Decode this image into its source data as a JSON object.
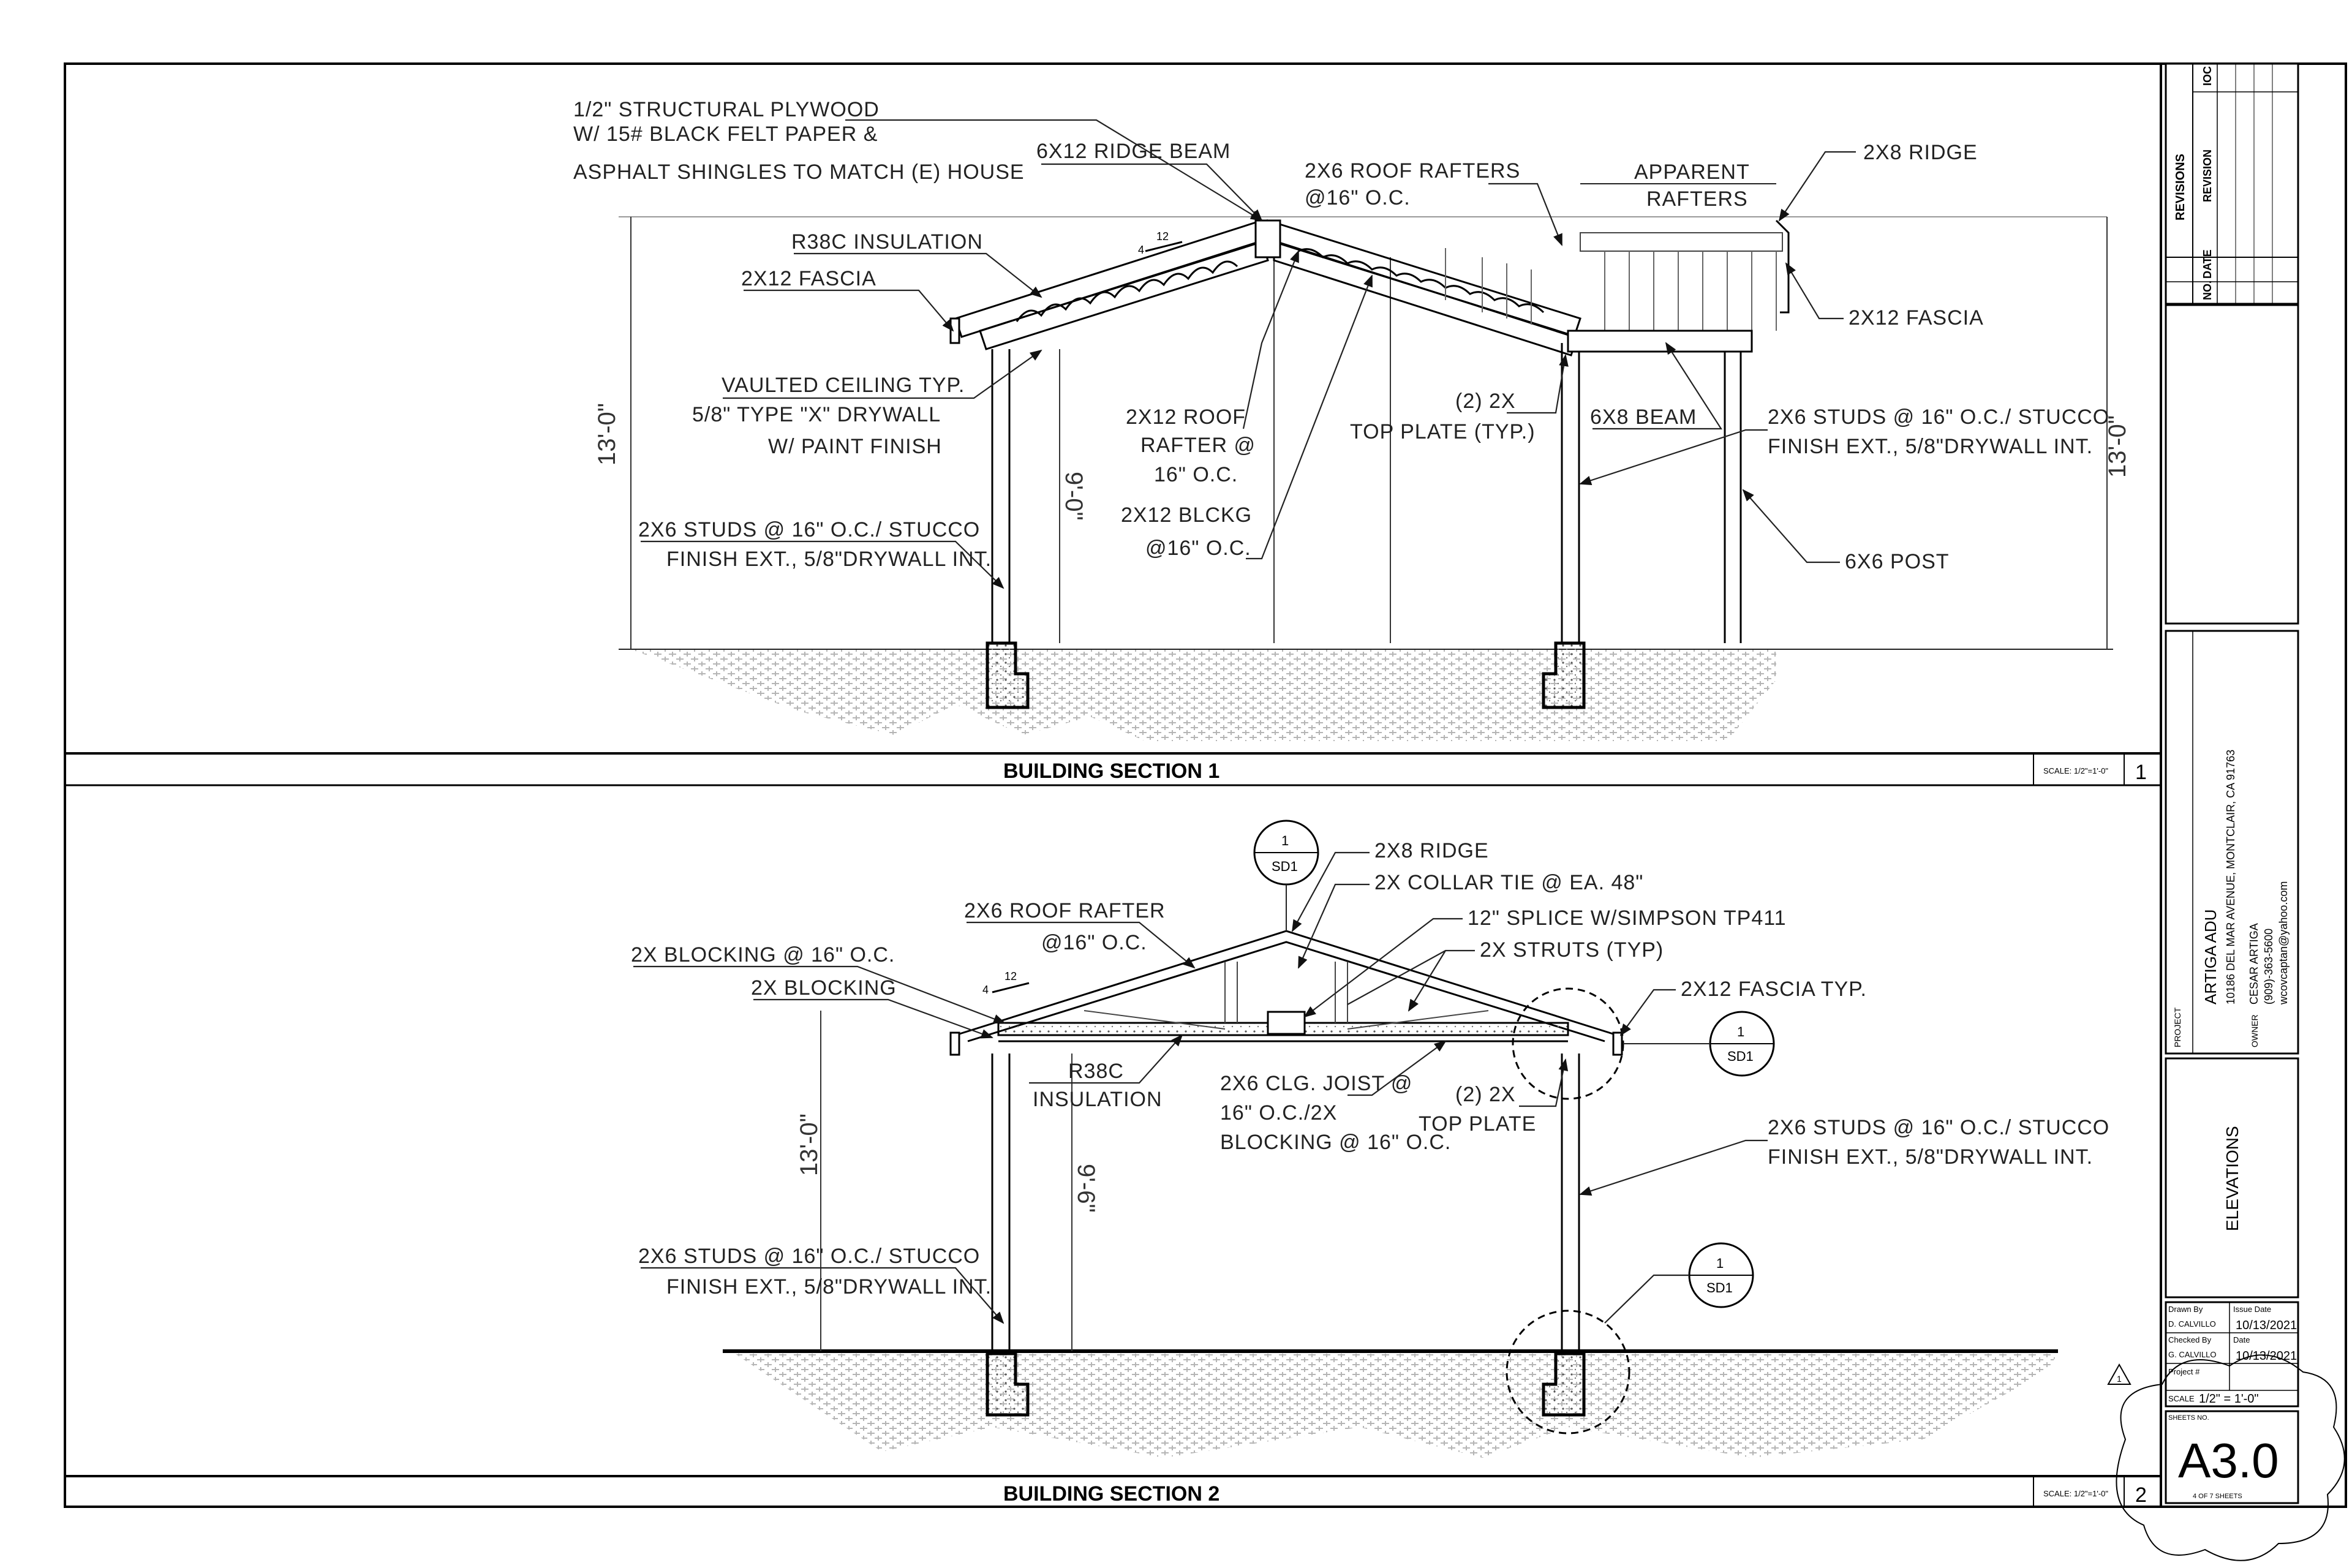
{
  "section1": {
    "title": "BUILDING SECTION 1",
    "scale": "SCALE: 1/2\"=1'-0\"",
    "number": "1",
    "notes": {
      "plywood_1": "1/2\" STRUCTURAL PLYWOOD",
      "plywood_2": "W/ 15# BLACK FELT PAPER &",
      "plywood_3": "ASPHALT SHINGLES TO MATCH (E) HOUSE",
      "ridge_beam": "6X12 RIDGE BEAM",
      "roof_rafters_1": "2X6 ROOF RAFTERS",
      "roof_rafters_2": "@16\" O.C.",
      "apparent_1": "APPARENT",
      "apparent_2": "RAFTERS",
      "ridge": "2X8 RIDGE",
      "insulation": "R38C INSULATION",
      "fascia_left": "2X12 FASCIA",
      "fascia_right": "2X12 FASCIA",
      "vaulted_1": "VAULTED CEILING TYP.",
      "vaulted_2": "5/8\" TYPE \"X\" DRYWALL",
      "vaulted_3": "W/ PAINT FINISH",
      "roof_rafter_1": "2X12 ROOF",
      "roof_rafter_2": "RAFTER @",
      "roof_rafter_3": "16\" O.C.",
      "top_plate_1": "(2) 2X",
      "top_plate_2": "TOP PLATE (TYP.)",
      "beam": "6X8 BEAM",
      "studs_right_1": "2X6 STUDS @ 16\" O.C./ STUCCO",
      "studs_right_2": "FINISH EXT., 5/8\"DRYWALL INT.",
      "blckg_1": "2X12 BLCKG",
      "blckg_2": "@16\" O.C.",
      "studs_left_1": "2X6 STUDS @ 16\" O.C./ STUCCO",
      "studs_left_2": "FINISH EXT., 5/8\"DRYWALL INT.",
      "post": "6X6 POST"
    },
    "dims": {
      "overall_left": "13'-0\"",
      "overall_right": "13'-0\"",
      "plate": "9'-0\""
    },
    "slope": {
      "rise": "4",
      "run": "12"
    }
  },
  "section2": {
    "title": "BUILDING SECTION 2",
    "scale": "SCALE: 1/2\"=1'-0\"",
    "number": "2",
    "notes": {
      "ridge": "2X8 RIDGE",
      "collar": "2X COLLAR TIE @ EA. 48\"",
      "splice": "12\" SPLICE W/SIMPSON TP411",
      "struts": "2X STRUTS (TYP)",
      "roof_rafter_1": "2X6 ROOF RAFTER",
      "roof_rafter_2": "@16\" O.C.",
      "blocking_oc": "2X BLOCKING @ 16\" O.C.",
      "blocking": "2X BLOCKING",
      "fascia": "2X12 FASCIA TYP.",
      "insulation_1": "R38C",
      "insulation_2": "INSULATION",
      "joist_1": "2X6 CLG. JOIST @",
      "joist_2": "16\" O.C./2X",
      "joist_3": "BLOCKING @ 16\" O.C.",
      "top_plate_1": "(2) 2X",
      "top_plate_2": "TOP PLATE",
      "studs_right_1": "2X6 STUDS @ 16\" O.C./ STUCCO",
      "studs_right_2": "FINISH EXT., 5/8\"DRYWALL INT.",
      "studs_left_1": "2X6 STUDS @ 16\" O.C./ STUCCO",
      "studs_left_2": "FINISH EXT., 5/8\"DRYWALL INT."
    },
    "dims": {
      "overall": "13'-0\"",
      "plate": "9'-6\""
    },
    "slope": {
      "rise": "4",
      "run": "12"
    },
    "callout": {
      "number": "1",
      "sheet": "SD1"
    }
  },
  "title_block": {
    "revisions_header": "REVISIONS",
    "col_no": "NO.",
    "col_date": "DATE",
    "col_revision": "REVISION",
    "col_ioc": "IOC",
    "project_label": "PROJECT",
    "project_name": "ARTIGA ADU",
    "project_address": "10186 DEL MAR AVENUE, MONTCLAIR, CA 91763",
    "owner_label": "OWNER",
    "owner_name": "CESAR ARTIGA",
    "owner_phone": "(909)-363-5600",
    "owner_email": "wcovcaptan@yahoo.com",
    "sheet_title": "ELEVATIONS",
    "drawn_by_label": "Drawn By",
    "drawn_by": "D. CALVILLO",
    "issue_date_label": "Issue Date",
    "issue_date": "10/13/2021",
    "checked_by_label": "Checked By",
    "checked_by": "G. CALVILLO",
    "date_label": "Date",
    "date": "10/13/2021",
    "project_no_label": "Project #",
    "scale_label": "SCALE",
    "scale": "1/2\" = 1'-0\"",
    "sheets_no_label": "SHEETS NO.",
    "sheet_number": "A3.0",
    "sheet_of": "4    OF    7    SHEETS",
    "rev_tag": "1"
  }
}
